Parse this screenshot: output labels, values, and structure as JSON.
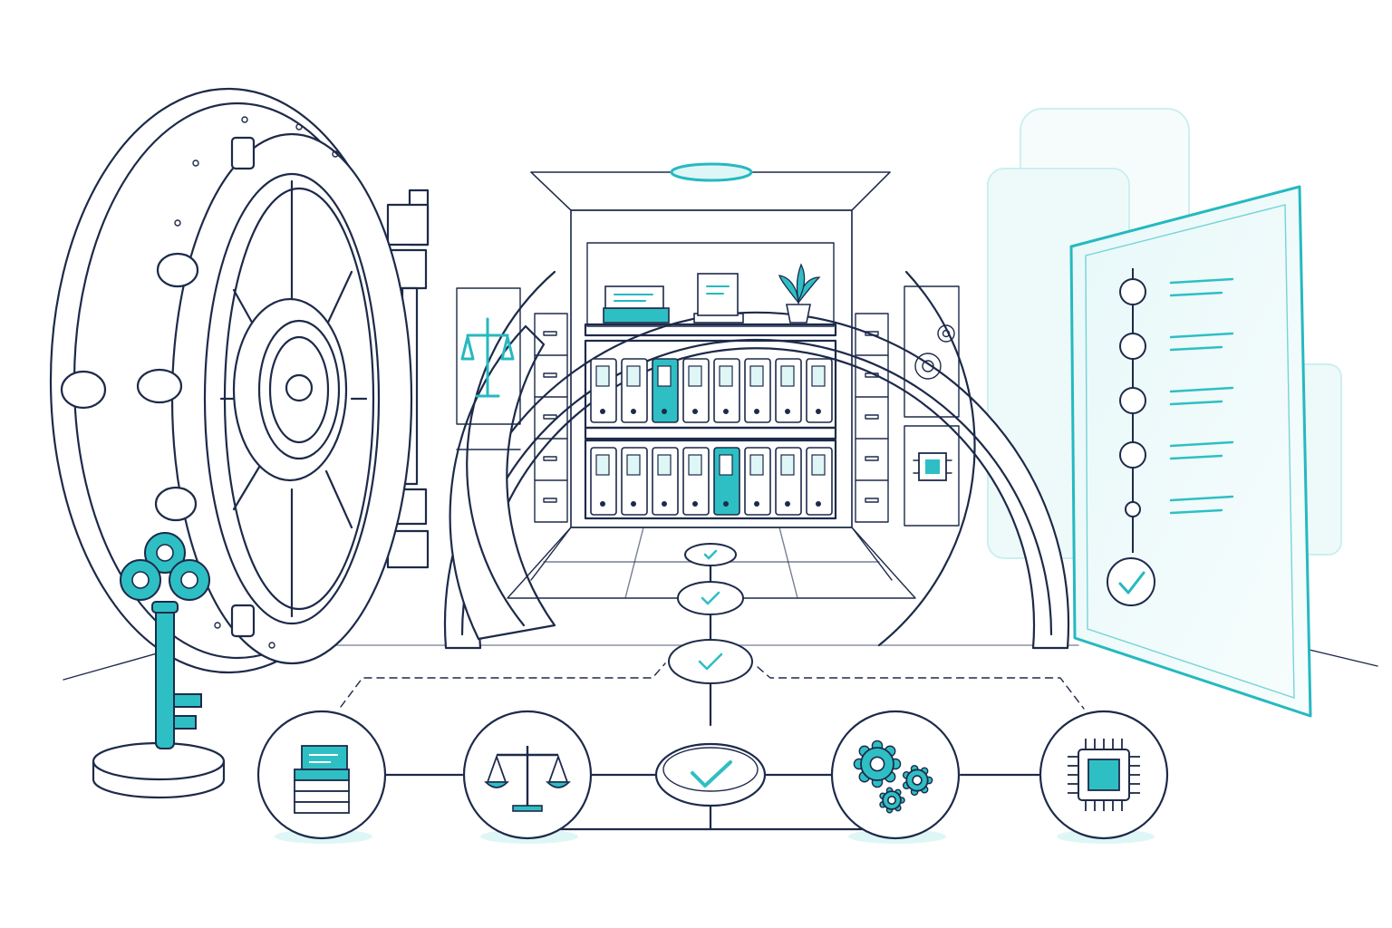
{
  "palette": {
    "line": "#1d2a4a",
    "teal": "#2ebfc4",
    "teal_light": "#cdeff1",
    "background": "#ffffff"
  },
  "scene": {
    "vault_door": {
      "icon": "vault-wheel-icon"
    },
    "key": {
      "icon": "ornate-key-icon"
    },
    "room": {
      "upper_shelf_items": [
        "document-stack-icon",
        "document-frame-icon",
        "potted-plant-icon"
      ],
      "top_binders": 8,
      "bottom_binders": 8,
      "highlighted_top_binder": 3,
      "highlighted_bottom_binder": 5,
      "left_wall_icon": "balance-scale-icon",
      "right_wall_icons": [
        "gears-icon",
        "chip-icon"
      ]
    },
    "path_checkpoints": 4,
    "checklist_panel": {
      "steps": 6,
      "final_icon": "check-circle-icon"
    },
    "flow_nodes": [
      {
        "id": "records",
        "icon": "document-stack-icon"
      },
      {
        "id": "compliance",
        "icon": "balance-scale-icon"
      },
      {
        "id": "verified",
        "icon": "check-icon"
      },
      {
        "id": "automation",
        "icon": "gears-icon"
      },
      {
        "id": "hardware",
        "icon": "chip-icon"
      }
    ]
  }
}
